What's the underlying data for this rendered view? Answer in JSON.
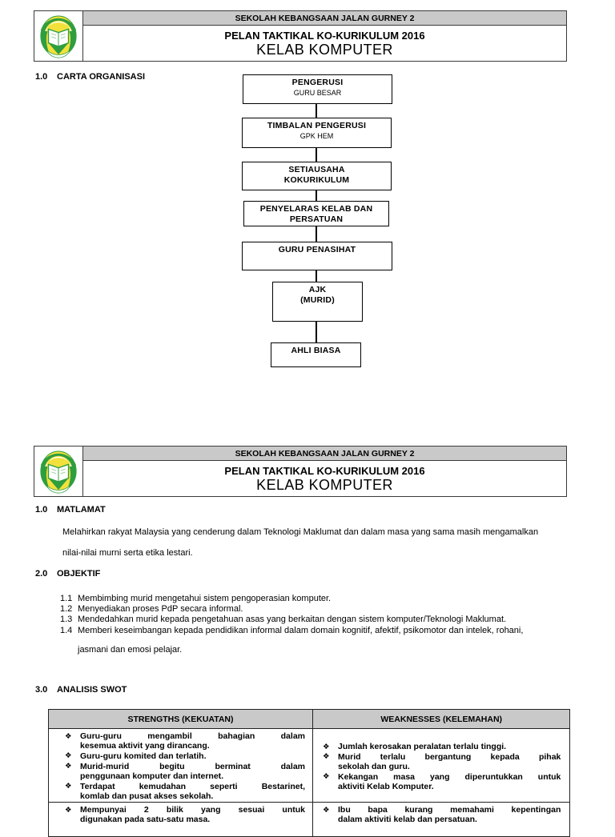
{
  "header": {
    "school_name": "SEKOLAH KEBANGSAAN JALAN GURNEY 2",
    "plan_title": "PELAN TAKTIKAL KO-KURIKULUM 2016",
    "club_name": "KELAB KOMPUTER",
    "logo_colors": {
      "green": "#2f9e3f",
      "yellow": "#f2e13b",
      "white": "#ffffff"
    }
  },
  "page1": {
    "section": {
      "num": "1.0",
      "title": "CARTA ORGANISASI"
    },
    "org_chart": {
      "boxes": [
        {
          "line1": "PENGERUSI",
          "line2": "GURU BESAR"
        },
        {
          "line1": "TIMBALAN PENGERUSI",
          "line2": "GPK HEM"
        },
        {
          "line1": "SETIAUSAHA",
          "line2": "KOKURIKULUM"
        },
        {
          "line1": "PENYELARAS KELAB DAN",
          "line2": "PERSATUAN"
        },
        {
          "line1": "GURU PENASIHAT"
        },
        {
          "line1": "AJK",
          "line2": "(MURID)"
        },
        {
          "line1": "AHLI BIASA"
        }
      ]
    }
  },
  "page2": {
    "matlamat": {
      "num": "1.0",
      "title": "MATLAMAT",
      "lines": [
        "Melahirkan rakyat Malaysia yang cenderung dalam Teknologi Maklumat dan dalam masa yang sama masih mengamalkan",
        "nilai-nilai murni serta etika lestari."
      ]
    },
    "objektif": {
      "num": "2.0",
      "title": "OBJEKTIF",
      "items": [
        {
          "num": "1.1",
          "text": "Membimbing murid mengetahui sistem pengoperasian komputer."
        },
        {
          "num": "1.2",
          "text": "Menyediakan proses PdP secara informal."
        },
        {
          "num": "1.3",
          "text": "Mendedahkan murid kepada pengetahuan asas yang berkaitan dengan sistem komputer/Teknologi Maklumat."
        },
        {
          "num": "1.4",
          "text": "Memberi keseimbangan kepada pendidikan informal dalam domain kognitif, afektif, psikomotor dan intelek, rohani,"
        }
      ],
      "item4_continuation": "jasmani dan emosi pelajar."
    },
    "swot": {
      "num": "3.0",
      "title": "ANALISIS SWOT",
      "bullet": "❖",
      "col_headers": [
        "STRENGTHS (KEKUATAN)",
        "WEAKNESSES (KELEMAHAN)"
      ],
      "strengths_row1": [
        {
          "lines": [
            "Guru-guru mengambil bahagian dalam",
            "kesemua aktivit yang dirancang."
          ]
        },
        {
          "lines": [
            "Guru-guru komited dan terlatih."
          ]
        },
        {
          "lines": [
            "Murid-murid begitu berminat dalam",
            "penggunaan komputer dan internet."
          ]
        },
        {
          "lines": [
            "Terdapat kemudahan seperti Bestarinet,",
            "komlab dan pusat akses sekolah."
          ]
        }
      ],
      "weaknesses_row1": [
        {
          "lines": [
            "Jumlah kerosakan peralatan terlalu tinggi."
          ]
        },
        {
          "lines": [
            "Murid terlalu bergantung kepada pihak",
            "sekolah dan guru."
          ]
        },
        {
          "lines": [
            "Kekangan masa yang diperuntukkan untuk",
            "aktiviti Kelab Komputer."
          ]
        }
      ],
      "strengths_row2": [
        {
          "lines": [
            "Mempunyai 2 bilik yang sesuai untuk",
            "digunakan pada satu-satu masa."
          ]
        }
      ],
      "weaknesses_row2": [
        {
          "lines": [
            "Ibu bapa kurang memahami kepentingan",
            "dalam aktiviti kelab dan persatuan."
          ]
        }
      ]
    }
  }
}
